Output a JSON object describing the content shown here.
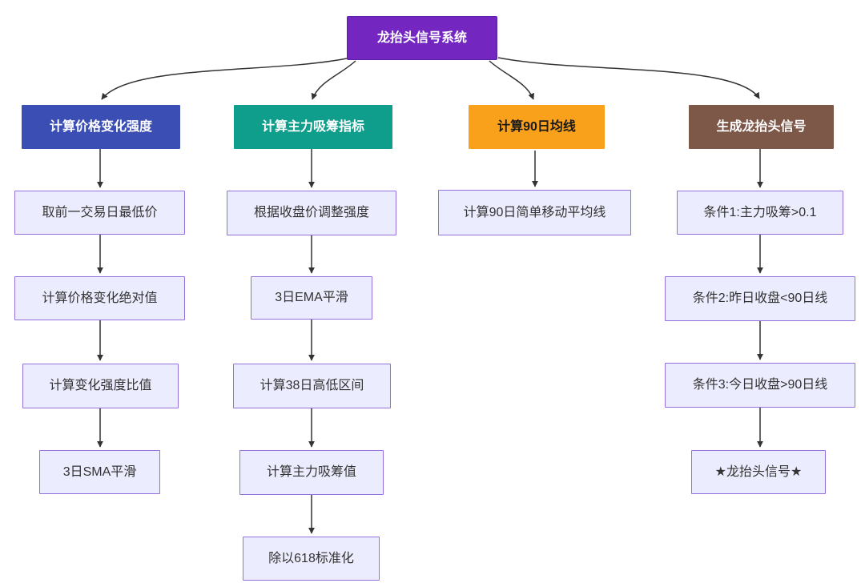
{
  "diagram": {
    "root": {
      "label": "龙抬头信号系统",
      "bg": "#7327c0"
    },
    "columns": [
      {
        "header": {
          "label": "计算价格变化强度",
          "bg": "#3a4eb4",
          "text_color": "#ffffff"
        },
        "steps": [
          "取前一交易日最低价",
          "计算价格变化绝对值",
          "计算变化强度比值",
          "3日SMA平滑"
        ]
      },
      {
        "header": {
          "label": "计算主力吸筹指标",
          "bg": "#0f9d8c",
          "text_color": "#ffffff"
        },
        "steps": [
          "根据收盘价调整强度",
          "3日EMA平滑",
          "计算38日高低区间",
          "计算主力吸筹值",
          "除以618标准化"
        ]
      },
      {
        "header": {
          "label": "计算90日均线",
          "bg": "#f9a11b",
          "text_color": "#1a1a1a"
        },
        "steps": [
          "计算90日简单移动平均线"
        ]
      },
      {
        "header": {
          "label": "生成龙抬头信号",
          "bg": "#7d5748",
          "text_color": "#ffffff"
        },
        "steps": [
          "条件1:主力吸筹>0.1",
          "条件2:昨日收盘<90日线",
          "条件3:今日收盘>90日线",
          "★龙抬头信号★"
        ]
      }
    ],
    "step_node_style": {
      "fill": "#ececff",
      "border": "#9370db",
      "text": "#333333"
    },
    "edge_color": "#333333"
  }
}
